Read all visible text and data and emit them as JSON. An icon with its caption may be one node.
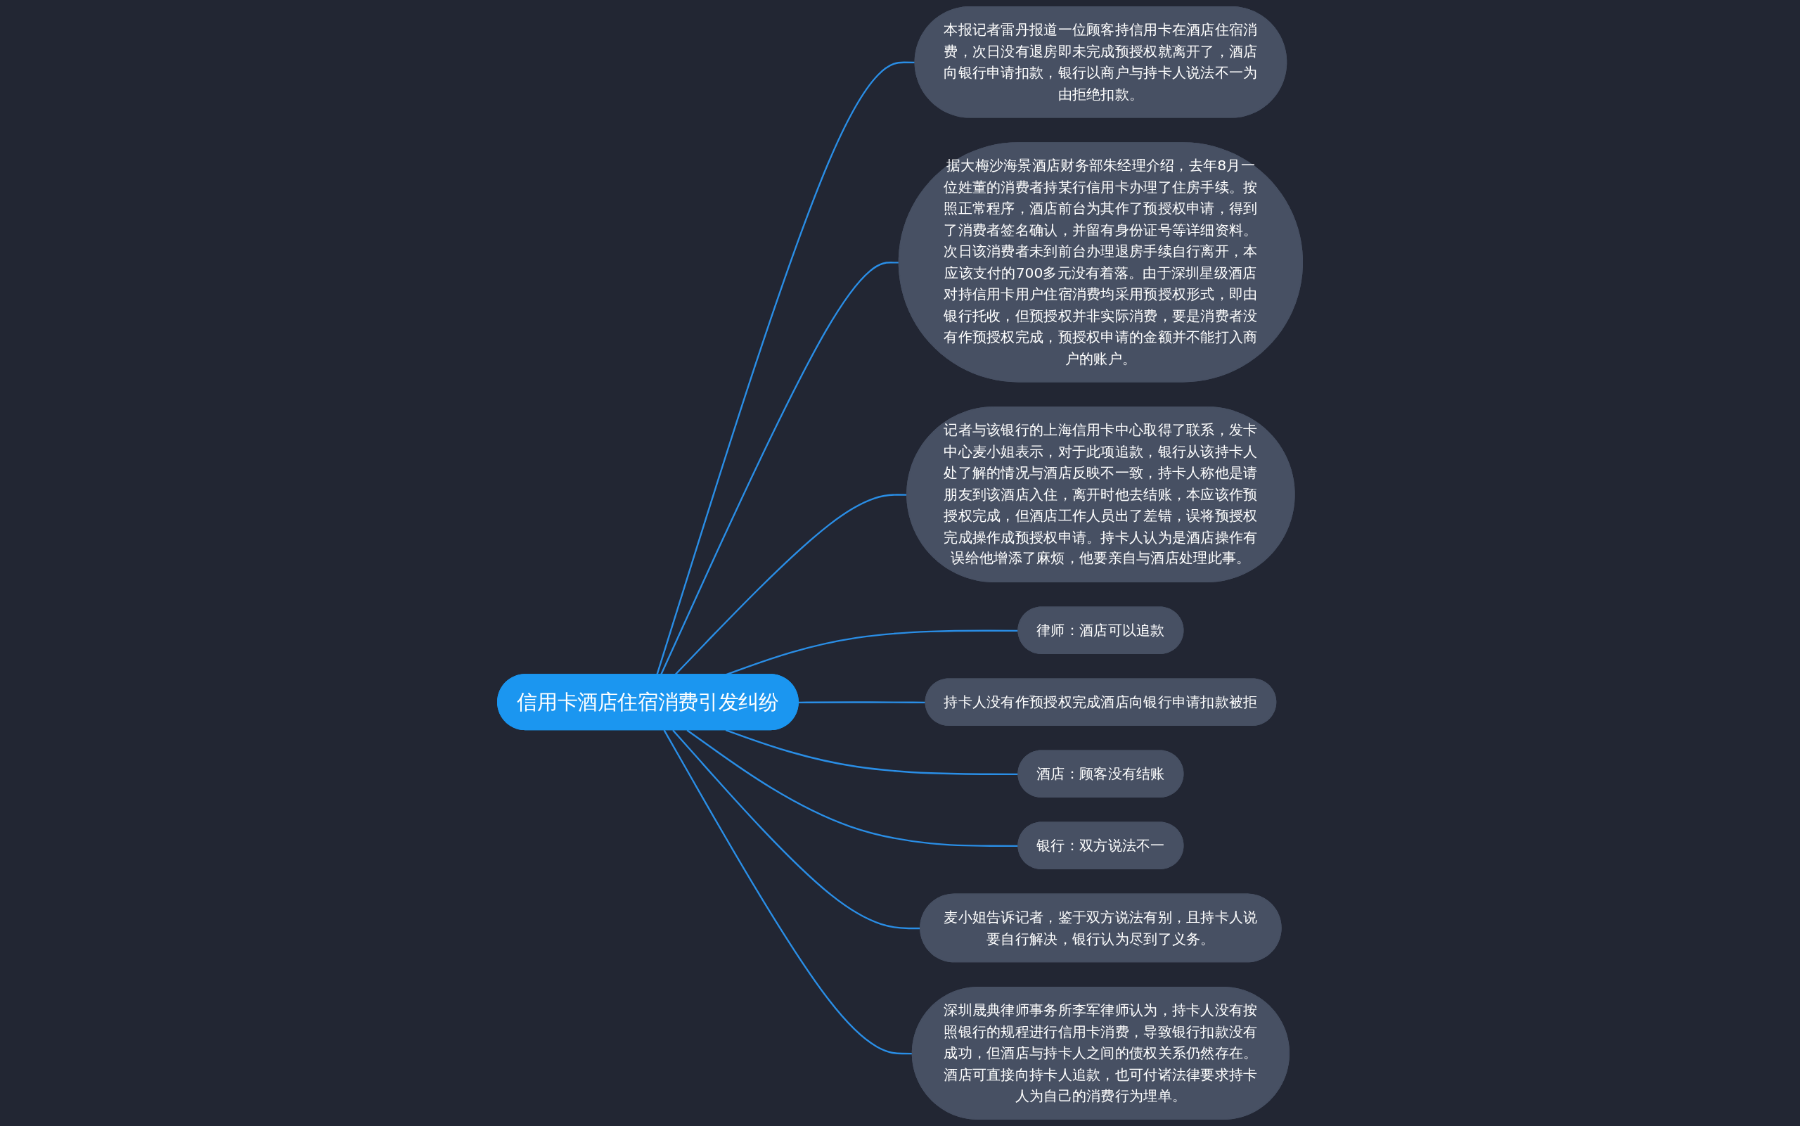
{
  "diagram": {
    "nodes": [
      {
        "text": [
          "信用卡酒店住宿消费引发纠纷"
        ]
      },
      {
        "text": [
          "本报记者雷丹报道一位顾客持信用卡在酒店住宿消费，次日没有退房即未完成预授权就离开了，酒店向银行申请扣款，银行以商户与持卡人说法不一为由拒绝扣款。"
        ]
      },
      {
        "text": [
          "据大梅沙海景酒店财务部朱经理介绍，去年8月一位姓董的消费者持某行信用卡办理了住房手续。按照正常程序，酒店前台为其作了预授权申请，得到了消费者签名确认，并留有身份证号等详细资料。次日该消费者未到前台办理退房手续自行离开，本应该支付的700多元没有着落。由于深圳星级酒店对持信用卡用户住宿消费均采用预授权形式，即由银行托收，但预授权并非实际消费，要是消费者没有作预授权完成，预授权申请的金额并不能打入商户的账户。"
        ]
      },
      {
        "text": [
          "记者与该银行的上海信用卡中心取得了联系，发卡中心麦小姐表示，对于此项追款，银行从该持卡人处了解的情况与酒店反映不一致，持卡人称他是请朋友到该酒店入住，离开时他去结账，本应该作预授权完成，但酒店工作人员出了差错，误将预授权完成操作成预授权申请。持卡人认为是酒店操作有误给他增添了麻烦，他要亲自与酒店处理此事。"
        ]
      },
      {
        "text": [
          "律师：酒店可以追款"
        ]
      },
      {
        "text": [
          "持卡人没有作预授权完成酒店向银行申请扣款被拒"
        ]
      },
      {
        "text": [
          "酒店：顾客没有结账"
        ]
      },
      {
        "text": [
          "银行：双方说法不一"
        ]
      },
      {
        "text": [
          "麦小姐告诉记者，鉴于双方说法有别，且持卡人说要自行解决，银行认为尽到了义务。"
        ]
      },
      {
        "text": [
          "深圳晟典律师事务所李军律师认为，持卡人没有按照银行的规程进行信用卡消费，导致银行扣款没有成功，但酒店与持卡人之间的债权关系仍然存在。酒店可直接向持卡人追款，也可付诸法律要求持卡人为自己的消费行为埋单。"
        ]
      }
    ],
    "edges": [
      {
        "from": 0,
        "to": 1,
        "arrow": "none"
      },
      {
        "from": 0,
        "to": 2,
        "arrow": "none"
      },
      {
        "from": 0,
        "to": 3,
        "arrow": "none"
      },
      {
        "from": 0,
        "to": 4,
        "arrow": "none"
      },
      {
        "from": 0,
        "to": 5,
        "arrow": "none"
      },
      {
        "from": 0,
        "to": 6,
        "arrow": "none"
      },
      {
        "from": 0,
        "to": 7,
        "arrow": "none"
      },
      {
        "from": 0,
        "to": 8,
        "arrow": "none"
      },
      {
        "from": 0,
        "to": 9,
        "arrow": "none"
      }
    ]
  }
}
